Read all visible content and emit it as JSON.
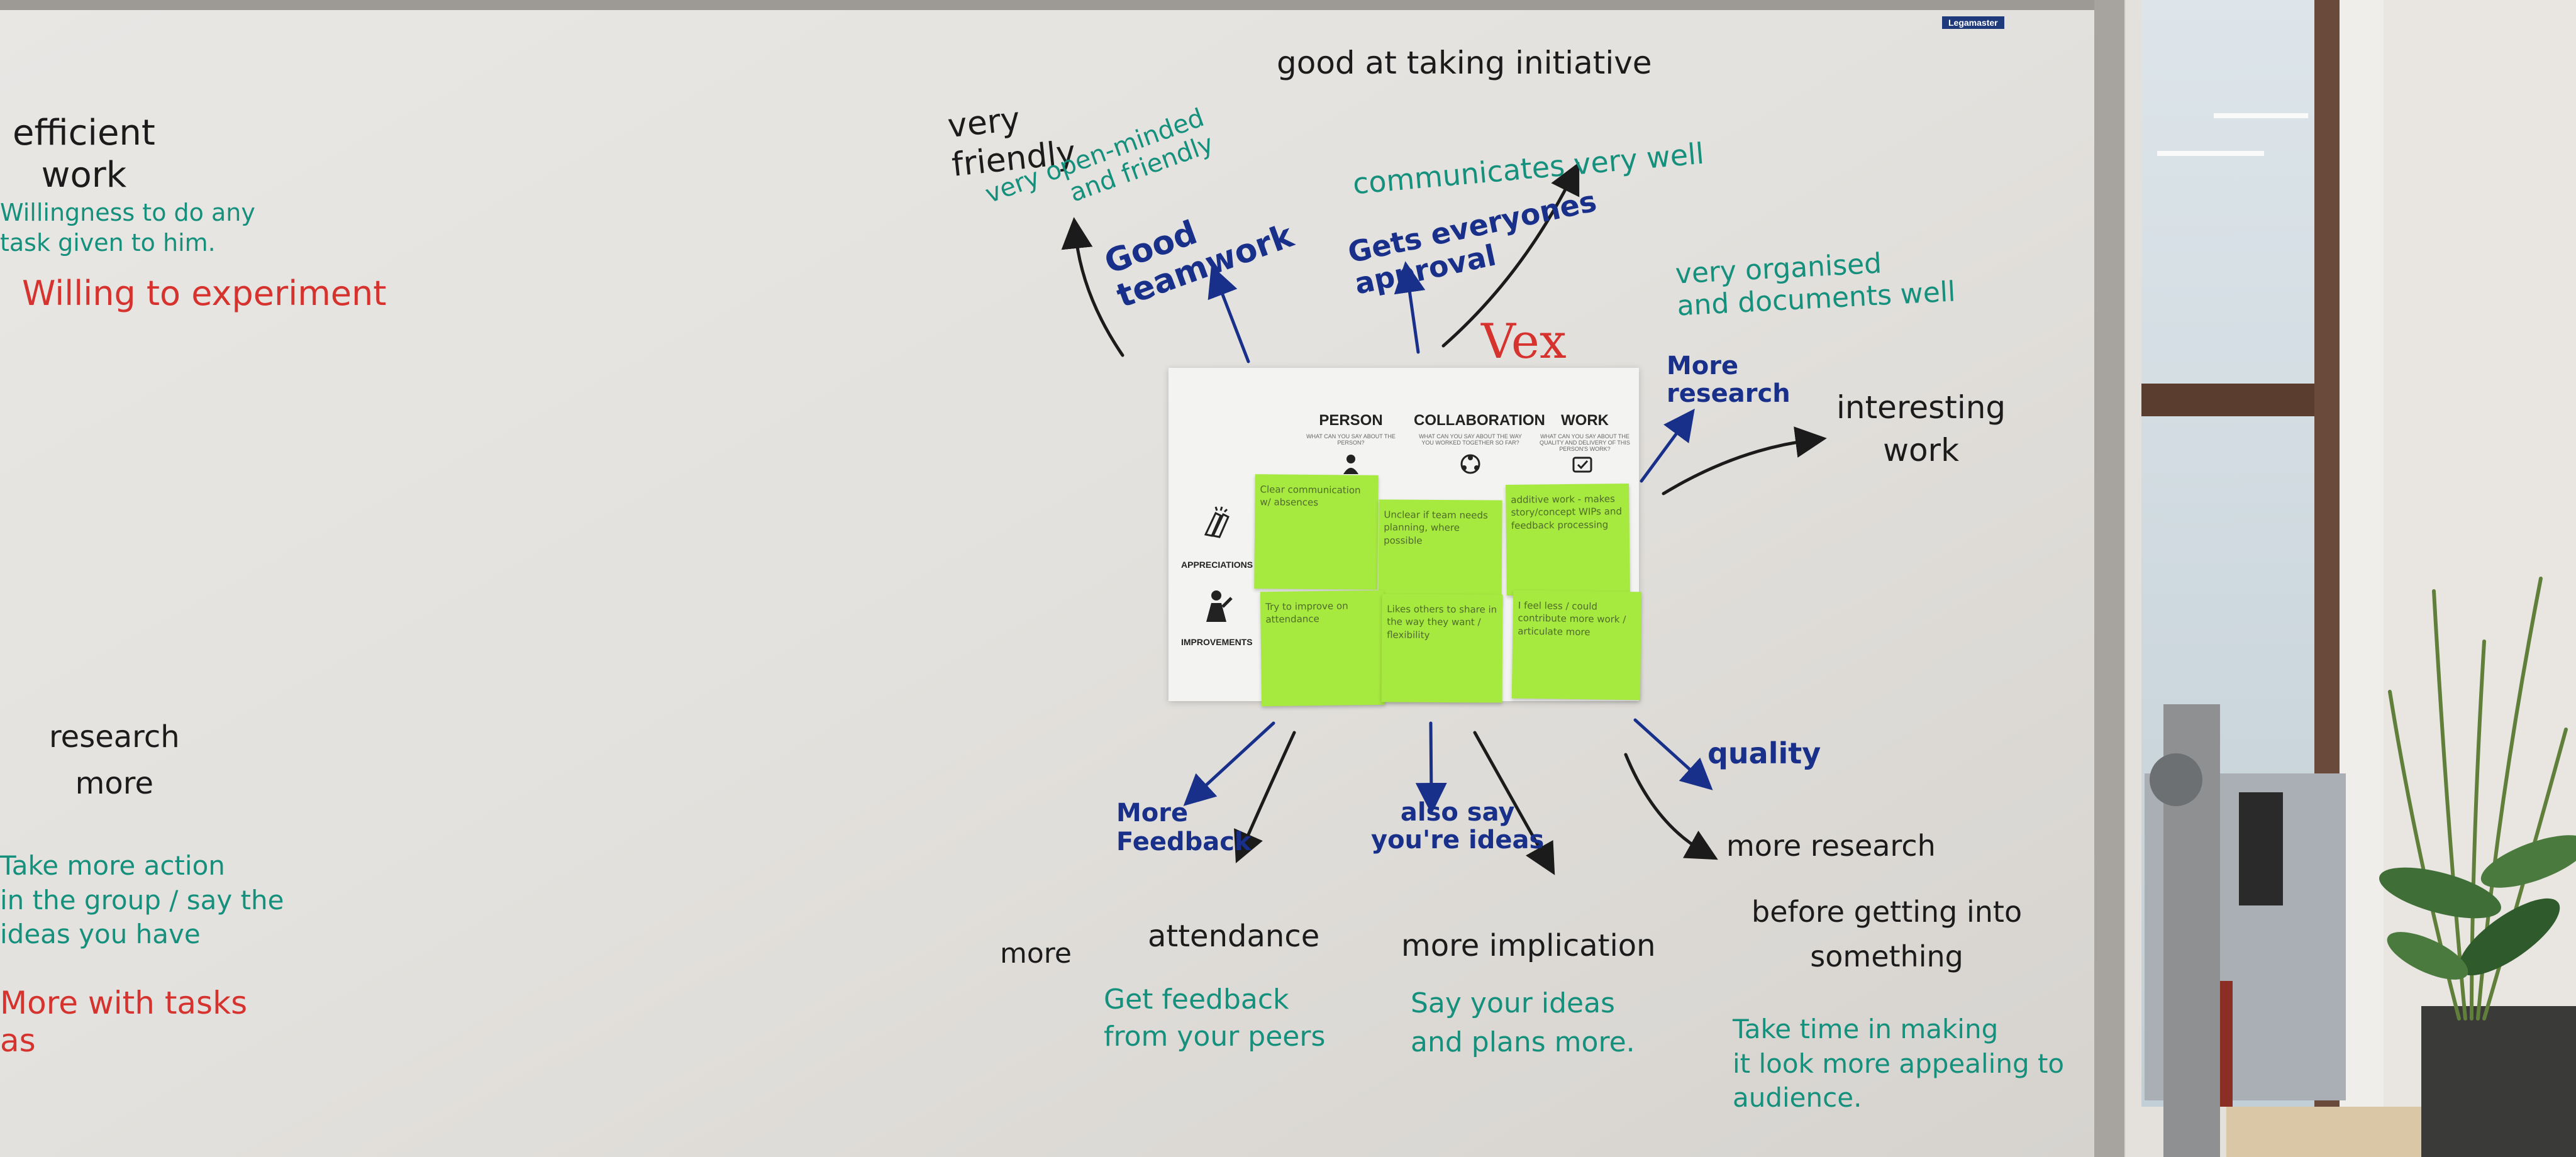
{
  "board": {
    "center_sheet": {
      "columns": [
        {
          "title": "PERSON",
          "subtitle": "WHAT CAN YOU SAY ABOUT THE PERSON?"
        },
        {
          "title": "COLLABORATION",
          "subtitle": "WHAT CAN YOU SAY ABOUT THE WAY YOU WORKED TOGETHER SO FAR?"
        },
        {
          "title": "WORK",
          "subtitle": "WHAT CAN YOU SAY ABOUT THE QUALITY AND DELIVERY OF THIS PERSON'S WORK?"
        }
      ],
      "rows": [
        {
          "label": "APPRECIATIONS"
        },
        {
          "label": "IMPROVEMENTS"
        }
      ]
    },
    "sticky_notes": [
      {
        "text": "Clear communication w/ absences"
      },
      {
        "text": "Unclear if team needs planning, where possible"
      },
      {
        "text": "additive work - makes story/concept WIPs and feedback processing"
      },
      {
        "text": "Try to improve on attendance"
      },
      {
        "text": "Likes others to share in the way they want / flexibility"
      },
      {
        "text": "I feel less / could contribute more work / articulate more"
      }
    ],
    "top_name": "Vex",
    "left_notes": {
      "efficient": "efficient\nwork",
      "willingness": "Willingness to do any\ntask given to him.",
      "experiment": "Willing to experiment",
      "research_more": "research\nmore",
      "take_action": "Take more action\nin the group / say the\nideas you have",
      "more_tasks": "More with tasks\nas"
    },
    "top_notes": {
      "initiative": "good at taking initiative",
      "very_friendly": "very\nfriendly",
      "open_minded": "very open-minded\nand friendly",
      "good_teamwork": "Good\nteamwork",
      "communicates": "communicates very well",
      "gets_approval": "Gets everyones\napproval",
      "organised": "very organised\nand documents well",
      "more_research": "More\nresearch",
      "interesting": "interesting\nwork"
    },
    "bottom_notes": {
      "more_feedback": "More\nFeedback",
      "also_say": "also say\nyou're ideas",
      "quality": "quality",
      "more_research": "more research",
      "before_getting": "before getting into\nsomething",
      "more": "more",
      "attendance": "attendance",
      "get_feedback": "Get feedback\nfrom your peers",
      "implication": "more implication",
      "say_ideas": "Say your ideas\nand plans more.",
      "take_time": "Take time in making\nit look more appealing to\naudience."
    },
    "brand_label": "Legamaster"
  }
}
